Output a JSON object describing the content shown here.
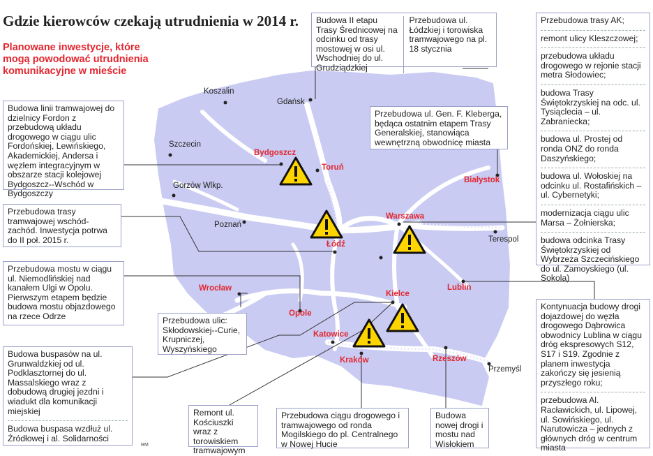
{
  "header": {
    "title": "Gdzie kierowców czekają utrudnienia w 2014 r.",
    "subtitle": "Planowane inwestycje, które mogą powodować utrudnienia komunikacyjne w mieście"
  },
  "colors": {
    "accent_red": "#e3262e",
    "map_fill": "#c9cbf2",
    "warning_yellow": "#ffd500"
  },
  "cities": {
    "koszalin": "Koszalin",
    "gdansk": "Gdańsk",
    "szczecin": "Szczecin",
    "bydgoszcz": "Bydgoszcz",
    "torun": "Toruń",
    "bialystok": "Białystok",
    "gorzow": "Gorzów Wlkp.",
    "poznan": "Poznań",
    "warszawa": "Warszawa",
    "lodz": "Łódź",
    "terespol": "Terespol",
    "wroclaw": "Wrocław",
    "opole": "Opole",
    "kielce": "Kielce",
    "lublin": "Lublin",
    "katowice": "Katowice",
    "krakow": "Kraków",
    "rzeszow": "Rzeszów",
    "przemysl": "Przemyśl"
  },
  "boxes": {
    "gdansk_a": "Budowa II etapu Trasy Średnicowej na odcinku od trasy mostowej w osi ul. Wschodniej do ul. Grudziądzkiej",
    "gdansk_b": "Przebudowa ul. Łódzkiej i torowiska tramwajowego na pl. 18 stycznia",
    "bialystok": "Przebudowa ul. Gen. F. Kleberga, będąca ostatnim etapem Trasy Generalskiej, stanowiąca wewnętrzną obwodnicę miasta",
    "bydgoszcz": "Budowa linii tramwajowej do dzielnicy Fordon z przebudową układu drogowego w ciągu ulic Fordońskiej, Lewińskiego, Akademickiej, Andersa i węzłem integracyjnym w obszarze stacji kolejowej Bydgoszcz--Wschód w Bydgoszczy",
    "lodz": "Przebudowa trasy tramwajowej wschód-zachód. Inwestycja potrwa do II poł. 2015 r.",
    "opole": "Przebudowa mostu w ciągu ul. Niemodlińskiej nad kanałem Ulgi w Opolu. Pierwszym etapem będzie budowa mostu objazdowego na rzece Odrze",
    "wroclaw": "Przebudowa ulic: Skłodowskiej--Curie, Krupniczej, Wyszyńskiego",
    "katowice_a": "Budowa buspasów na ul. Grunwaldzkiej od ul. Podklasztornej do ul. Massalskiego wraz z dobudową drugiej jezdni i wiadukt dla komunikacji miejskiej",
    "katowice_b": "Budowa buspasa wzdłuż ul. Źródłowej i al. Solidarności",
    "kielce": "Remont ul. Kościuszki wraz z torowiskiem tramwajowym",
    "krakow": "Przebudowa ciągu drogowego i tramwajowego od ronda Mogilskiego do pl. Centralnego w Nowej Hucie",
    "rzeszow": "Budowa nowej drogi i mostu nad Wisłokiem",
    "warszawa": [
      "Przebudowa trasy AK;",
      "remont ulicy Kleszczowej;",
      "przebudowa układu drogowego w rejonie stacji metra Słodowiec;",
      "budowa Trasy Świętokrzyskiej na odc. ul. Tysiąclecia – ul. Zabraniecka;",
      "budowa ul. Prostej od ronda ONZ do ronda Daszyńskiego;",
      "budowa ul. Wołoskiej na odcinku ul. Rostafińskich – ul. Cybernetyki;",
      "modernizacja ciągu ulic Marsa – Żołnierska;",
      "budowa odcinka Trasy Świętokrzyskiej od Wybrzeża Szczecińskiego do ul. Zamoyskiego (ul. Sokola)"
    ],
    "lublin": [
      "Kontynuacja budowy drogi dojazdowej do węzła drogowego Dąbrowica obwodnicy Lublina w ciągu dróg ekspresowych S12, S17 i S19. Zgodnie z planem inwestycja zakończy się jesienią przyszłego roku;",
      "przebudowa Al. Racławickich, ul. Lipowej, ul. Sowińskiego, ul. Narutowicza – jednych z głównych dróg w centrum miasta"
    ]
  },
  "credit": "RM"
}
